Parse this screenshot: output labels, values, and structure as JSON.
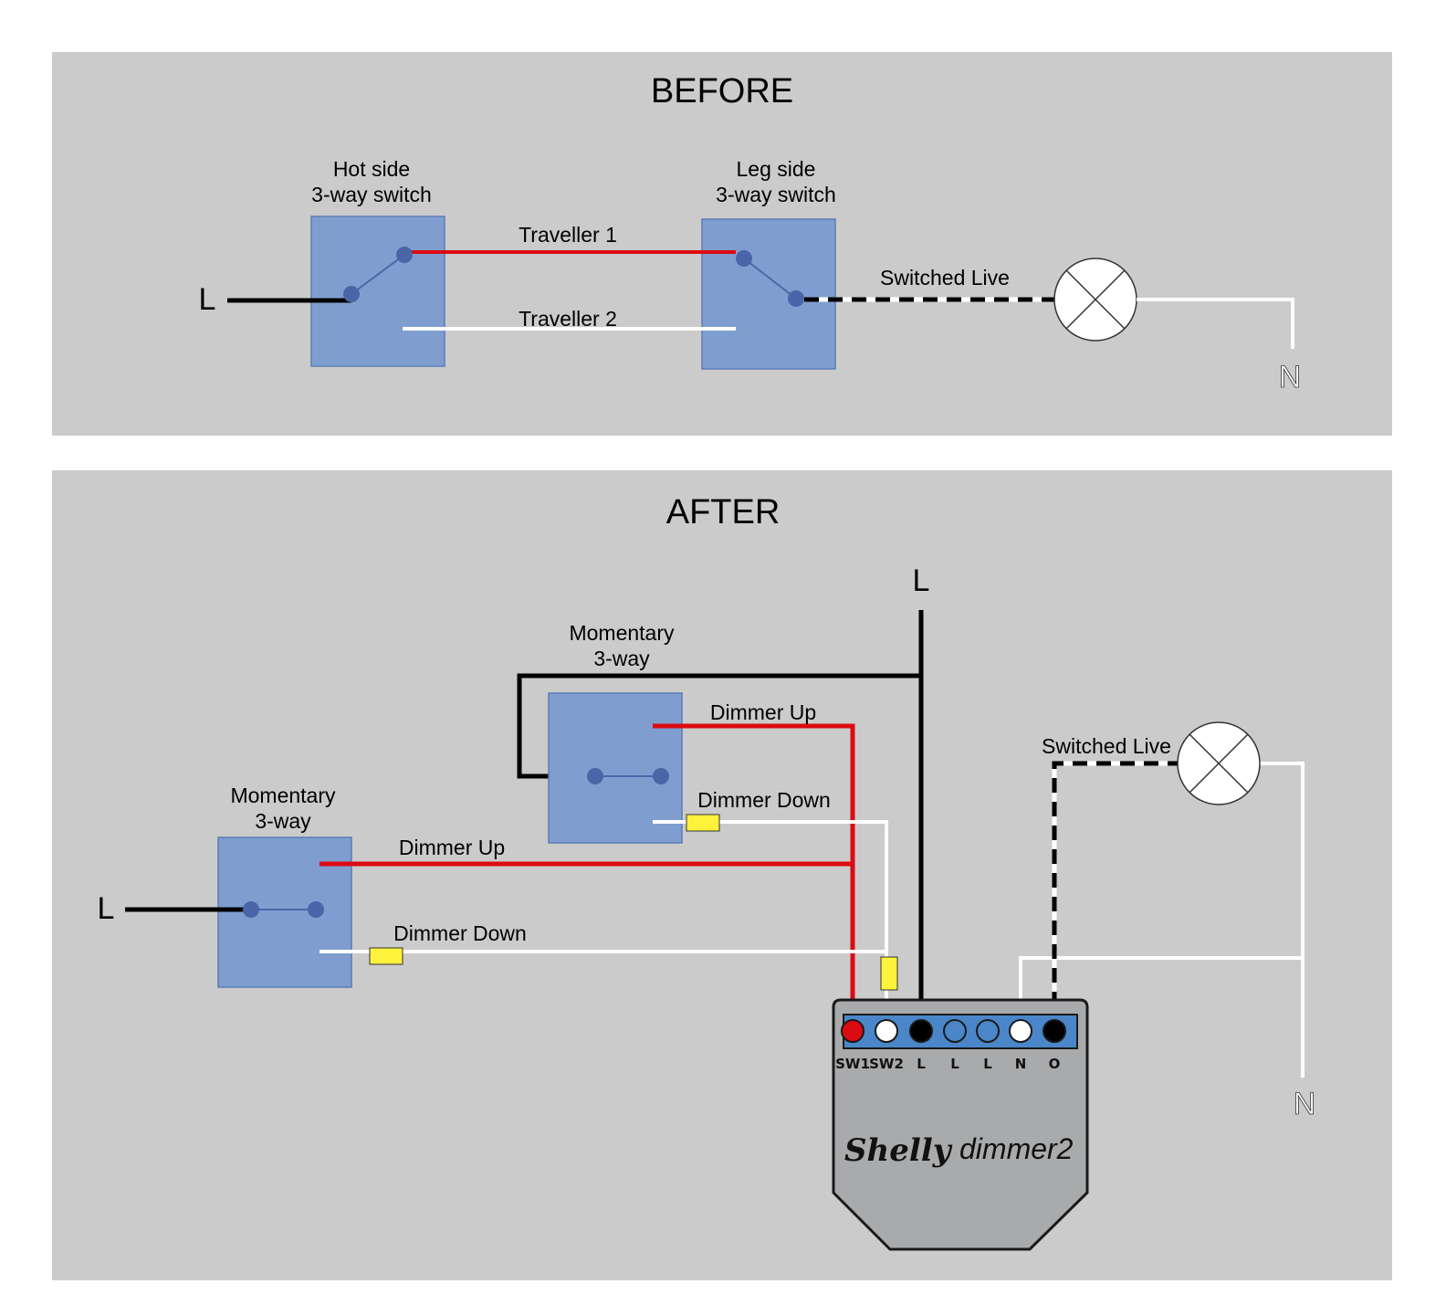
{
  "colors": {
    "panel": "#cbcbcb",
    "switch_fill": "#7f9ecf",
    "switch_border": "#5c7db5",
    "pivot": "#4a66a8",
    "live_wire": "#000000",
    "traveller_red": "#dc0b12",
    "white_wire": "#ffffff",
    "connector": "#fff23a",
    "device_body": "#a9aaac",
    "terminal_strip": "#4a86c8"
  },
  "before": {
    "title": "BEFORE",
    "hot_switch": {
      "line1": "Hot side",
      "line2": "3-way switch"
    },
    "leg_switch": {
      "line1": "Leg side",
      "line2": "3-way switch"
    },
    "live_label": "L",
    "traveller1": "Traveller 1",
    "traveller2": "Traveller 2",
    "switched_live": "Switched Live",
    "neutral_label": "N",
    "lamp_icon": "lamp-icon"
  },
  "after": {
    "title": "AFTER",
    "top_live_label": "L",
    "switch_a": {
      "line1": "Momentary",
      "line2": "3-way"
    },
    "switch_b": {
      "line1": "Momentary",
      "line2": "3-way"
    },
    "switch_a_up": "Dimmer Up",
    "switch_a_down": "Dimmer Down",
    "switch_b_up": "Dimmer Up",
    "switch_b_down": "Dimmer Down",
    "left_live_label": "L",
    "switched_live": "Switched Live",
    "neutral_label": "N",
    "lamp_icon": "lamp-icon",
    "device": {
      "brand": "Shelly",
      "model": "dimmer2",
      "terminals": [
        "SW1",
        "SW2",
        "L",
        "L",
        "L",
        "N",
        "O"
      ]
    }
  }
}
